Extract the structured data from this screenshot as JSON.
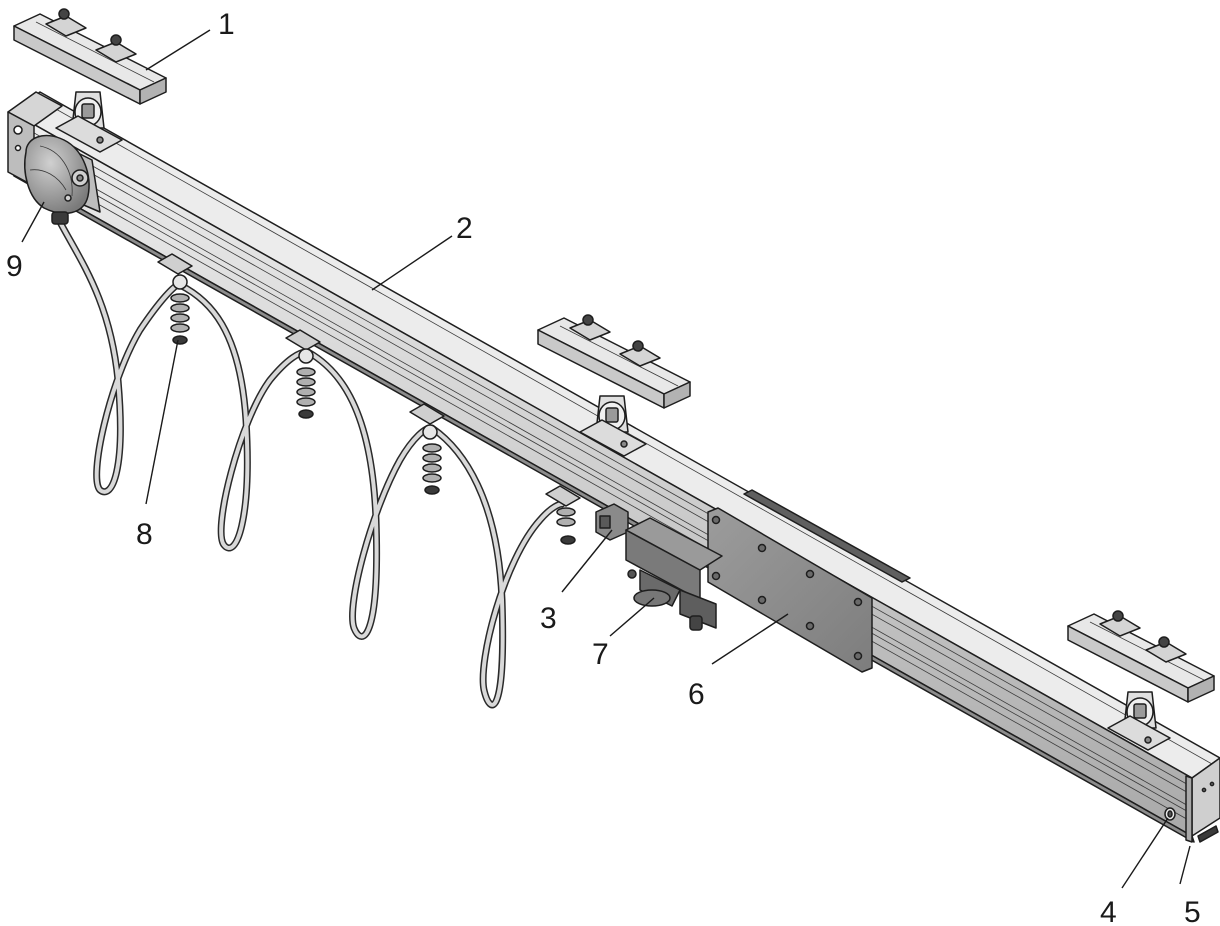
{
  "colors": {
    "line": "#1e1e1e",
    "rail_top": "#e2e2e2",
    "rail_side": "#c4c4c4",
    "rail_bottom": "#9a9a9a",
    "bracket": "#dadada",
    "plate": "#8f8f8f",
    "end_cap": "#a8a8a8",
    "reel": "#a0a0a0",
    "hose": "#2a2a2a",
    "spring": "#b0b0b0"
  },
  "callouts": [
    {
      "id": "1",
      "label": "1"
    },
    {
      "id": "2",
      "label": "2"
    },
    {
      "id": "3",
      "label": "3"
    },
    {
      "id": "4",
      "label": "4"
    },
    {
      "id": "5",
      "label": "5"
    },
    {
      "id": "6",
      "label": "6"
    },
    {
      "id": "7",
      "label": "7"
    },
    {
      "id": "8",
      "label": "8"
    },
    {
      "id": "9",
      "label": "9"
    }
  ]
}
